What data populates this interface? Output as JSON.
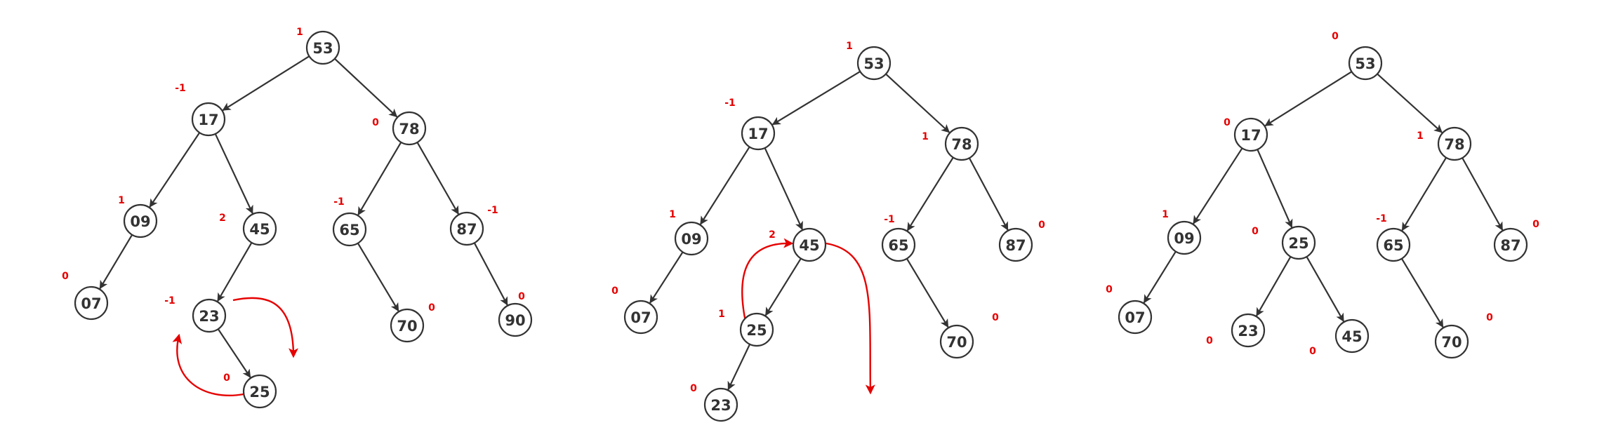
{
  "colors": {
    "node_stroke": "#333333",
    "text": "#333333",
    "annotation": "#e60000"
  },
  "diagrams": [
    {
      "nodes": [
        {
          "id": "53",
          "label": "53",
          "bf": "1"
        },
        {
          "id": "17",
          "label": "17",
          "bf": "-1"
        },
        {
          "id": "78",
          "label": "78",
          "bf": "0"
        },
        {
          "id": "09",
          "label": "09",
          "bf": "1"
        },
        {
          "id": "45",
          "label": "45",
          "bf": "2"
        },
        {
          "id": "65",
          "label": "65",
          "bf": "-1"
        },
        {
          "id": "87",
          "label": "87",
          "bf": "-1"
        },
        {
          "id": "07",
          "label": "07",
          "bf": "0"
        },
        {
          "id": "23",
          "label": "23",
          "bf": "-1"
        },
        {
          "id": "70",
          "label": "70",
          "bf": "0"
        },
        {
          "id": "90",
          "label": "90",
          "bf": "0"
        },
        {
          "id": "25",
          "label": "25",
          "bf": "0"
        }
      ],
      "edges": [
        [
          "53",
          "17"
        ],
        [
          "53",
          "78"
        ],
        [
          "17",
          "09"
        ],
        [
          "17",
          "45"
        ],
        [
          "78",
          "65"
        ],
        [
          "78",
          "87"
        ],
        [
          "09",
          "07"
        ],
        [
          "45",
          "23"
        ],
        [
          "65",
          "70"
        ],
        [
          "87",
          "90"
        ],
        [
          "23",
          "25"
        ]
      ]
    },
    {
      "nodes": [
        {
          "id": "53",
          "label": "53",
          "bf": "1"
        },
        {
          "id": "17",
          "label": "17",
          "bf": "-1"
        },
        {
          "id": "78",
          "label": "78",
          "bf": "1"
        },
        {
          "id": "09",
          "label": "09",
          "bf": "1"
        },
        {
          "id": "45",
          "label": "45",
          "bf": "2"
        },
        {
          "id": "65",
          "label": "65",
          "bf": "-1"
        },
        {
          "id": "87",
          "label": "87",
          "bf": "0"
        },
        {
          "id": "07",
          "label": "07",
          "bf": "0"
        },
        {
          "id": "25",
          "label": "25",
          "bf": "1"
        },
        {
          "id": "70",
          "label": "70",
          "bf": "0"
        },
        {
          "id": "23",
          "label": "23",
          "bf": "0"
        }
      ],
      "edges": [
        [
          "53",
          "17"
        ],
        [
          "53",
          "78"
        ],
        [
          "17",
          "09"
        ],
        [
          "17",
          "45"
        ],
        [
          "78",
          "65"
        ],
        [
          "78",
          "87"
        ],
        [
          "09",
          "07"
        ],
        [
          "45",
          "25"
        ],
        [
          "65",
          "70"
        ],
        [
          "25",
          "23"
        ]
      ]
    },
    {
      "nodes": [
        {
          "id": "53",
          "label": "53",
          "bf": "0"
        },
        {
          "id": "17",
          "label": "17",
          "bf": "0"
        },
        {
          "id": "78",
          "label": "78",
          "bf": "1"
        },
        {
          "id": "09",
          "label": "09",
          "bf": "1"
        },
        {
          "id": "25",
          "label": "25",
          "bf": "0"
        },
        {
          "id": "65",
          "label": "65",
          "bf": "-1"
        },
        {
          "id": "87",
          "label": "87",
          "bf": "0"
        },
        {
          "id": "07",
          "label": "07",
          "bf": "0"
        },
        {
          "id": "23",
          "label": "23",
          "bf": "0"
        },
        {
          "id": "45",
          "label": "45",
          "bf": "0"
        },
        {
          "id": "70",
          "label": "70",
          "bf": "0"
        }
      ],
      "edges": [
        [
          "53",
          "17"
        ],
        [
          "53",
          "78"
        ],
        [
          "17",
          "09"
        ],
        [
          "17",
          "25"
        ],
        [
          "78",
          "65"
        ],
        [
          "78",
          "87"
        ],
        [
          "09",
          "07"
        ],
        [
          "25",
          "23"
        ],
        [
          "25",
          "45"
        ],
        [
          "65",
          "70"
        ]
      ]
    }
  ]
}
